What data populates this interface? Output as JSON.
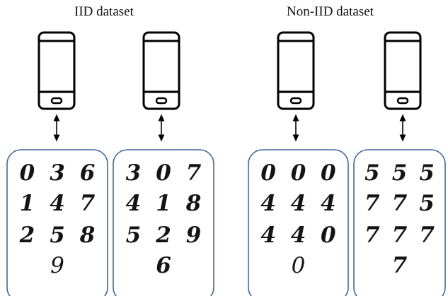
{
  "titles": {
    "iid": "IID dataset",
    "non_iid": "Non-IID dataset"
  },
  "icons": {
    "device": "smartphone-icon",
    "link": "double-arrow-icon"
  },
  "colors": {
    "panel_border": "#3f6a96",
    "ink": "#141414"
  },
  "datasets": [
    {
      "group": "iid",
      "rows": [
        [
          "0",
          "3",
          "6"
        ],
        [
          "1",
          "4",
          "7"
        ],
        [
          "2",
          "5",
          "8"
        ],
        [
          "9"
        ]
      ]
    },
    {
      "group": "iid",
      "rows": [
        [
          "3",
          "0",
          "7"
        ],
        [
          "4",
          "1",
          "8"
        ],
        [
          "5",
          "2",
          "9"
        ],
        [
          "6"
        ]
      ]
    },
    {
      "group": "non_iid",
      "rows": [
        [
          "0",
          "0",
          "0"
        ],
        [
          "4",
          "4",
          "4"
        ],
        [
          "4",
          "4",
          "0"
        ],
        [
          "0"
        ]
      ]
    },
    {
      "group": "non_iid",
      "rows": [
        [
          "5",
          "5",
          "5"
        ],
        [
          "7",
          "7",
          "5"
        ],
        [
          "7",
          "7",
          "7"
        ],
        [
          "7"
        ]
      ]
    }
  ]
}
